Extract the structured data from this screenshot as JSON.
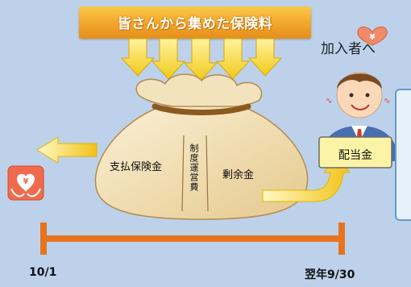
{
  "banner": {
    "text": "皆さんから集めた保険料"
  },
  "right_title": "加入者へ",
  "bag": {
    "paid_claims": "支払保険金",
    "operating_costs": "制度運営費",
    "surplus": "剰余金"
  },
  "dividend_card": "配当金",
  "timeline": {
    "start": "10/1",
    "end": "翌年9/30"
  },
  "colors": {
    "background": "#bdd2ea",
    "banner": "#f2a52b",
    "arrow_yellow": "#f3d21d",
    "timeline": "#e8731e",
    "bag": "#f0deb4"
  },
  "icons": [
    "yen-hands-icon",
    "heart-icon",
    "person-icon"
  ]
}
